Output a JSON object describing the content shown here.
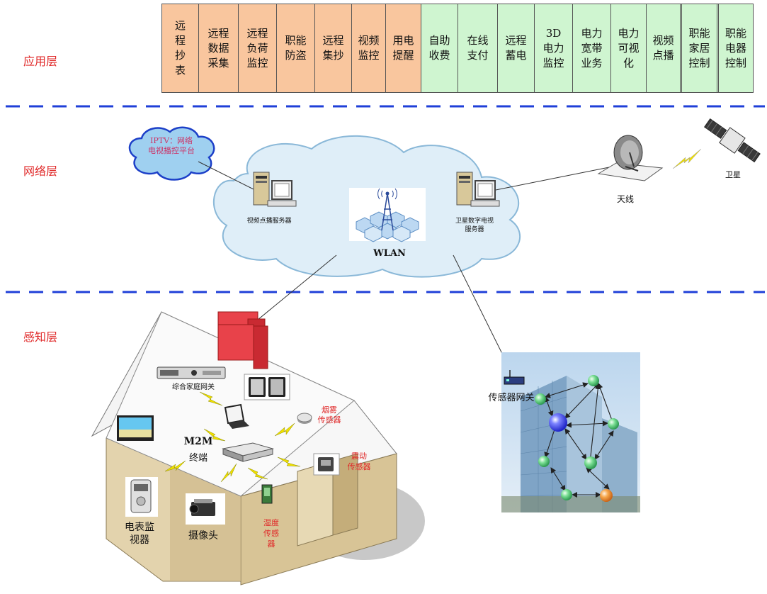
{
  "layers": {
    "app": "应用层",
    "network": "网络层",
    "perception": "感知层"
  },
  "app_services": [
    {
      "label": "远\n程\n抄\n表",
      "group": "orange"
    },
    {
      "label": "远程\n数据\n采集",
      "group": "orange"
    },
    {
      "label": "远程\n负荷\n监控",
      "group": "orange"
    },
    {
      "label": "职能\n防盗",
      "group": "orange"
    },
    {
      "label": "远程\n集抄",
      "group": "orange"
    },
    {
      "label": "视频\n监控",
      "group": "orange"
    },
    {
      "label": "用电\n提醒",
      "group": "orange"
    },
    {
      "label": "自助\n收费",
      "group": "green"
    },
    {
      "label": "在线\n支付",
      "group": "green"
    },
    {
      "label": "远程\n蓄电",
      "group": "green"
    },
    {
      "label": "3D\n电力\n监控",
      "group": "green"
    },
    {
      "label": "电力\n宽带\n业务",
      "group": "green"
    },
    {
      "label": "电力\n可视\n化",
      "group": "green"
    },
    {
      "label": "视频\n点播",
      "group": "green"
    },
    {
      "label": "职能\n家居\n控制",
      "group": "green"
    },
    {
      "label": "职能\n电器\n控制",
      "group": "green"
    }
  ],
  "colors": {
    "orange": "#f9c69e",
    "green": "#cff5d0",
    "divider": "#1f3fd8",
    "layer_label": "#e02a2a",
    "cloud": "#dfeef8",
    "iptv_cloud": "#9fd0f0",
    "iptv_text": "#cc3366",
    "sensor_text": "#e02a2a",
    "lightning": "#f0e000",
    "hub": "#3a40e8",
    "node": "#6ad98a",
    "node_orange": "#f39a3a"
  },
  "network": {
    "iptv": "IPTV：网络\n电视播控平台",
    "vod_server": "视频点播服务器",
    "sat_tv_server": "卫星数字电视\n服务器",
    "wlan": "WLAN",
    "antenna": "天线",
    "satellite": "卫星"
  },
  "perception": {
    "home_gateway": "综合家庭网关",
    "m2m": "M2M",
    "terminal": "终端",
    "smoke_sensor": "烟雾\n传感器",
    "vibration_sensor": "震动\n传感器",
    "humidity_sensor": "湿度\n传感\n器",
    "camera": "摄像头",
    "meter_monitor": "电表监\n视器",
    "sensor_gateway": "传感器网关"
  },
  "icons": [
    "server-icon",
    "tower-icon",
    "dish-antenna-icon",
    "satellite-icon",
    "set-top-box-icon",
    "tablet-icon",
    "laptop-icon",
    "tv-icon",
    "router-icon",
    "smoke-detector-icon",
    "vibration-sensor-icon",
    "humidity-sensor-icon",
    "camera-icon",
    "meter-icon",
    "wifi-router-icon",
    "building-icon"
  ]
}
